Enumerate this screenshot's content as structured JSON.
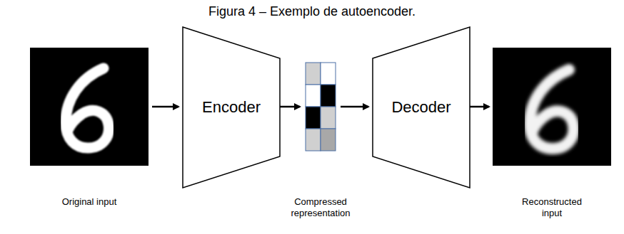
{
  "diagram": {
    "title": "Figura 4 – Exemplo de autoencoder.",
    "nodes": [
      {
        "text": [
          "Encoder"
        ]
      },
      {
        "text": [
          "Decoder"
        ]
      }
    ],
    "labels": [
      "Original input",
      "Compressed representation",
      "Reconstructed input"
    ]
  }
}
